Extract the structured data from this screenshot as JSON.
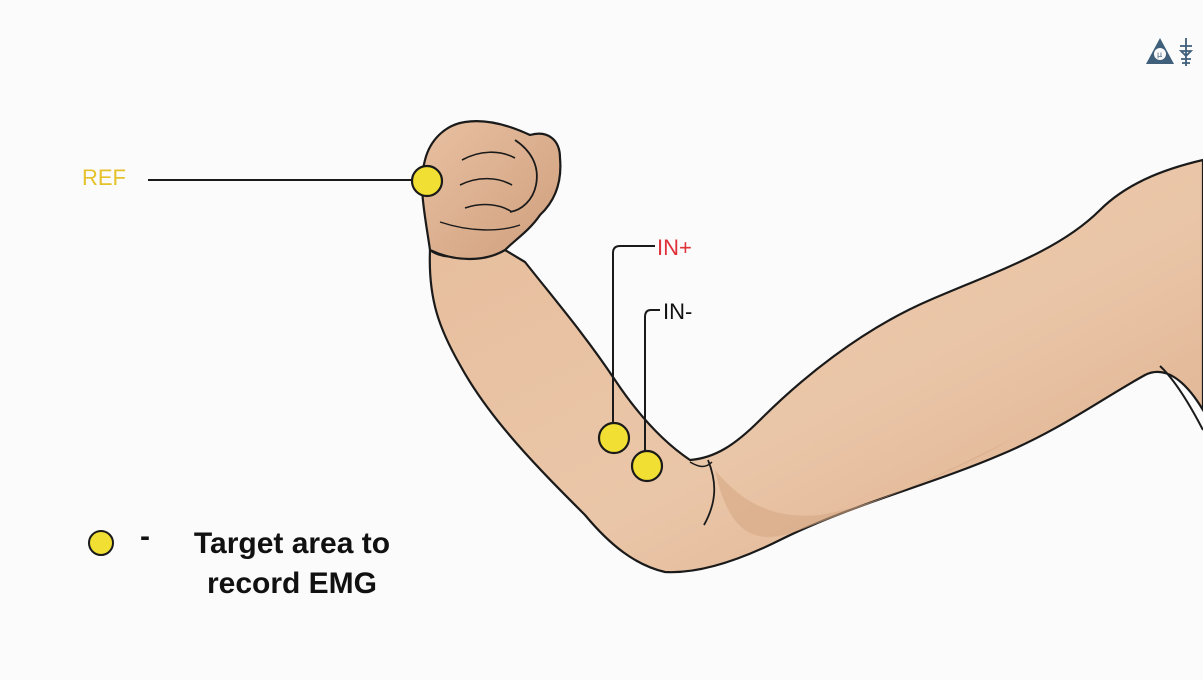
{
  "labels": {
    "ref": "REF",
    "in_plus": "IN+",
    "in_minus": "IN-"
  },
  "legend": {
    "dash": "-",
    "line1": "Target area to",
    "line2": "record EMG"
  },
  "colors": {
    "ref": "#e6c22a",
    "in_plus": "#e0323a",
    "in_minus": "#111111",
    "electrode_fill": "#f2df33",
    "skin": "#e7bf9f",
    "skin_shadow": "#d3a583",
    "outline": "#1a1a1a",
    "logo": "#3f5f7a"
  },
  "icons": [
    "electrode-icon",
    "logo-icon"
  ]
}
